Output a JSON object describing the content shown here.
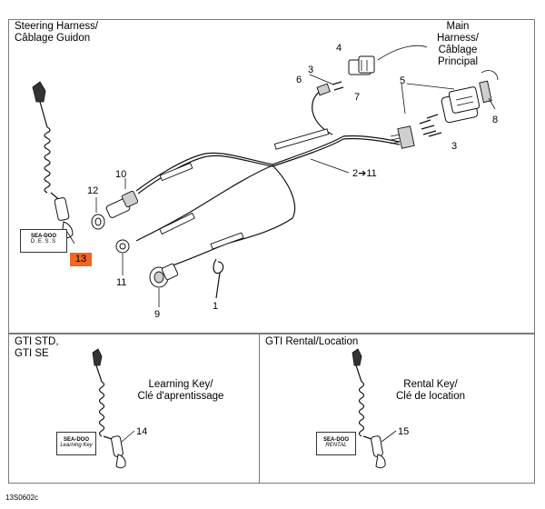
{
  "main_panel": {
    "title_line1": "Steering Harness/",
    "title_line2": "Câblage Guidon",
    "main_harness_line1": "Main",
    "main_harness_line2": "Harness/",
    "main_harness_line3": "Câblage",
    "main_harness_line4": "Principal",
    "callouts": {
      "c1": "1",
      "c2": "2➔11",
      "c3a": "3",
      "c3b": "3",
      "c4": "4",
      "c5": "5",
      "c6": "6",
      "c7": "7",
      "c8": "8",
      "c9": "9",
      "c10": "10",
      "c11": "11",
      "c12": "12",
      "c13": "13"
    },
    "dess_card_line1": "SEA-DOO",
    "dess_card_line2": "D.E.S.S"
  },
  "std_panel": {
    "title_line1": "GTI STD,",
    "title_line2": "GTI SE",
    "key_label_line1": "Learning Key/",
    "key_label_line2": "Clé d'aprentissage",
    "callout": "14",
    "card_line1": "SEA-DOO",
    "card_line2": "Learning Key"
  },
  "rent_panel": {
    "title": "GTI Rental/Location",
    "key_label_line1": "Rental Key/",
    "key_label_line2": "Clé de location",
    "callout": "15",
    "card_line1": "SEA-DOO",
    "card_line2": "RENTAL"
  },
  "figure_code": "13S0602c",
  "colors": {
    "highlight": "#f26522",
    "frame": "#7a7a7a"
  }
}
